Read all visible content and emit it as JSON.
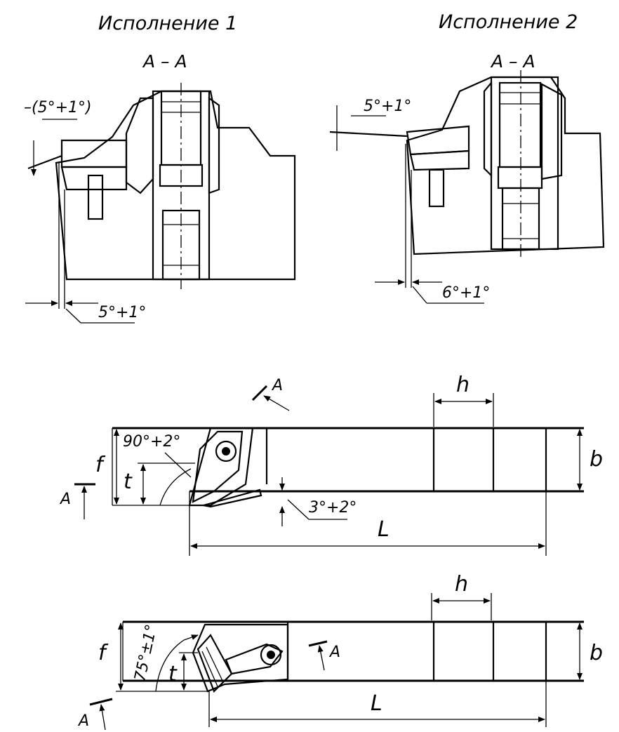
{
  "variant1": {
    "title": "Исполнение 1",
    "section": "А – А",
    "angle_top": "–(5°+1°)",
    "angle_bottom": "5°+1°"
  },
  "variant2": {
    "title": "Исполнение 2",
    "section": "А – А",
    "angle_top": "5°+1°",
    "angle_bottom": "6°+1°"
  },
  "tool1": {
    "section_mark": "А",
    "angle_main": "90°+2°",
    "angle_back": "3°+2°",
    "dim_f": "f",
    "dim_t": "t",
    "dim_h": "h",
    "dim_b": "b",
    "dim_L": "L"
  },
  "tool2": {
    "section_mark": "А",
    "angle_main": "75°±1°",
    "dim_f": "f",
    "dim_t": "t",
    "dim_h": "h",
    "dim_b": "b",
    "dim_L": "L"
  }
}
